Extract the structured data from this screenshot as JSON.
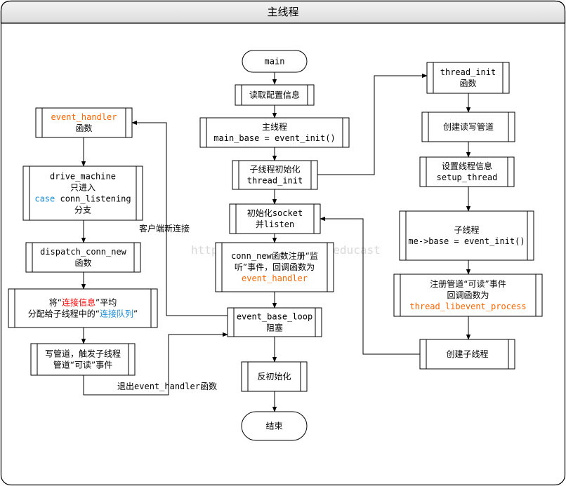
{
  "title": "主线程",
  "watermark": "http://blog.csdn.net/educast",
  "colors": {
    "orange": "#ff6600",
    "red": "#ff0000",
    "blue": "#1f8dd6",
    "header_top": "#f4f4f4",
    "header_bottom": "#dcdcdc"
  },
  "nodes": {
    "main": {
      "lines": [
        [
          {
            "t": "main",
            "m": true
          }
        ]
      ]
    },
    "read_config": {
      "lines": [
        [
          {
            "t": "读取配置信息"
          }
        ]
      ]
    },
    "main_thread": {
      "lines": [
        [
          {
            "t": "主线程"
          }
        ],
        [
          {
            "t": "main_base = event_init()",
            "m": true
          }
        ]
      ]
    },
    "child_init": {
      "lines": [
        [
          {
            "t": "子线程初始化"
          }
        ],
        [
          {
            "t": "thread_init",
            "m": true
          }
        ]
      ]
    },
    "init_socket": {
      "lines": [
        [
          {
            "t": "初始化"
          },
          {
            "t": "socket",
            "m": true
          }
        ],
        [
          {
            "t": "并"
          },
          {
            "t": "listen",
            "m": true
          }
        ]
      ]
    },
    "conn_new": {
      "lines": [
        [
          {
            "t": "conn_new",
            "m": true
          },
          {
            "t": "函数注册“监"
          }
        ],
        [
          {
            "t": "听”事件，回调函数为"
          }
        ],
        [
          {
            "t": "event_handler",
            "m": true,
            "c": "orange"
          }
        ]
      ]
    },
    "event_loop": {
      "lines": [
        [
          {
            "t": "event_base_loop",
            "m": true
          }
        ],
        [
          {
            "t": "阻塞"
          }
        ]
      ]
    },
    "deinit": {
      "lines": [
        [
          {
            "t": "反初始化"
          }
        ]
      ]
    },
    "end": {
      "lines": [
        [
          {
            "t": "结束"
          }
        ]
      ]
    },
    "event_handler": {
      "lines": [
        [
          {
            "t": "event_handler",
            "m": true,
            "c": "orange"
          }
        ],
        [
          {
            "t": "函数"
          }
        ]
      ]
    },
    "drive_machine": {
      "lines": [
        [
          {
            "t": "drive_machine",
            "m": true
          }
        ],
        [
          {
            "t": "只进入"
          }
        ],
        [
          {
            "t": "case ",
            "m": true,
            "c": "blue"
          },
          {
            "t": "conn_listening",
            "m": true
          }
        ],
        [
          {
            "t": "分支"
          }
        ]
      ]
    },
    "dispatch": {
      "lines": [
        [
          {
            "t": "dispatch_conn_new",
            "m": true
          }
        ],
        [
          {
            "t": "函数"
          }
        ]
      ]
    },
    "distribute": {
      "lines": [
        [
          {
            "t": "将“"
          },
          {
            "t": "连接信息",
            "c": "red"
          },
          {
            "t": "”平均"
          }
        ],
        [
          {
            "t": "分配给子线程中的“"
          },
          {
            "t": "连接队列",
            "c": "blue"
          },
          {
            "t": "”"
          }
        ]
      ]
    },
    "write_pipe": {
      "lines": [
        [
          {
            "t": "写管道，触发子线程"
          }
        ],
        [
          {
            "t": "管道“可读”事件"
          }
        ]
      ]
    },
    "thread_init": {
      "lines": [
        [
          {
            "t": "thread_init",
            "m": true
          }
        ],
        [
          {
            "t": "函数"
          }
        ]
      ]
    },
    "create_pipe": {
      "lines": [
        [
          {
            "t": "创建读写管道"
          }
        ]
      ]
    },
    "setup_thread": {
      "lines": [
        [
          {
            "t": "设置线程信息"
          }
        ],
        [
          {
            "t": "setup_thread",
            "m": true
          }
        ]
      ]
    },
    "child_thread": {
      "lines": [
        [
          {
            "t": "子线程"
          }
        ],
        [
          {
            "t": "me->base = event_init()",
            "m": true
          }
        ]
      ]
    },
    "register_pipe": {
      "lines": [
        [
          {
            "t": "注册管道“可读”事件"
          }
        ],
        [
          {
            "t": "回调函数为"
          }
        ],
        [
          {
            "t": "thread_libevent_process",
            "m": true,
            "c": "orange"
          }
        ]
      ]
    },
    "create_child": {
      "lines": [
        [
          {
            "t": "创建子线程"
          }
        ]
      ]
    }
  },
  "edge_labels": {
    "new_connection": [
      {
        "t": "客户端新连接"
      }
    ],
    "exit_handler": [
      {
        "t": "退出"
      },
      {
        "t": "event_handler",
        "m": true
      },
      {
        "t": "函数"
      }
    ]
  }
}
